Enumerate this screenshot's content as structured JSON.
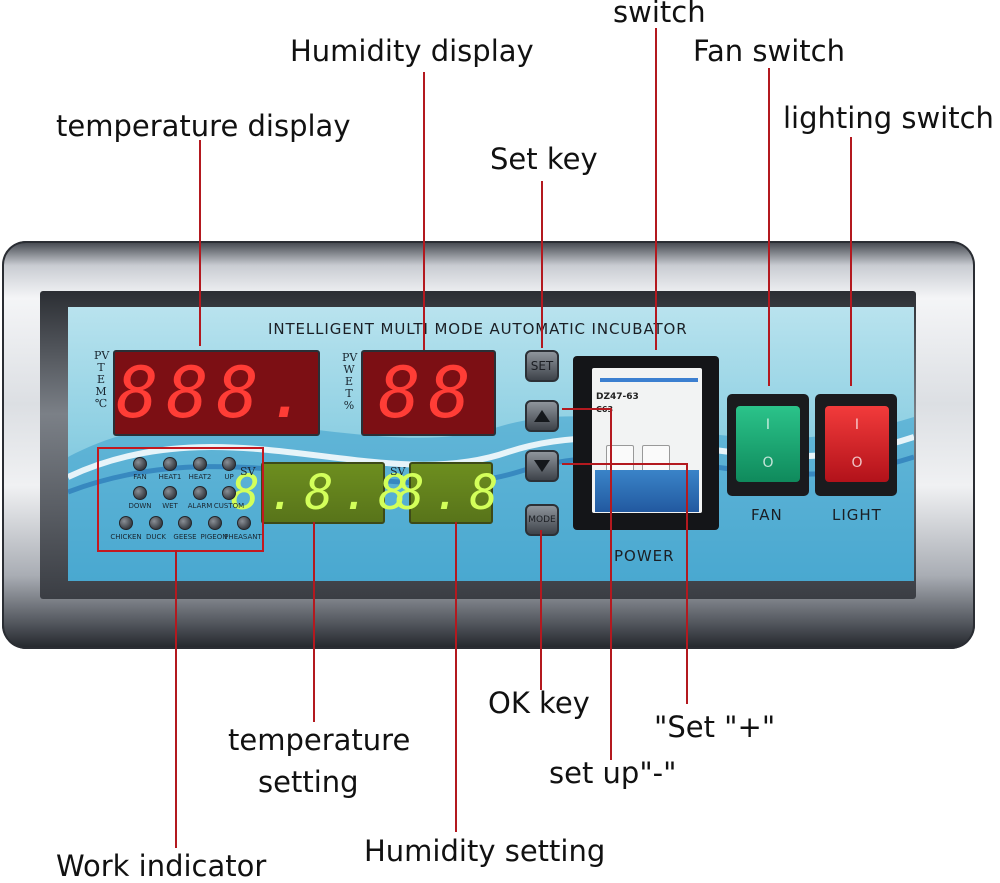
{
  "callouts": {
    "switch": "switch",
    "humidity_display": "Humidity display",
    "fan_switch": "Fan switch",
    "lighting_switch": "lighting switch",
    "temperature_display": "temperature display",
    "set_key": "Set key",
    "ok_key": "OK key",
    "set_plus": "\"Set \"+\"",
    "set_up_minus": "set up\"-\"",
    "temperature_setting_1": "temperature",
    "temperature_setting_2": "setting",
    "humidity_setting": "Humidity setting",
    "work_indicator": "Work indicator"
  },
  "panel": {
    "title": "INTELLIGENT MULTI MODE AUTOMATIC INCUBATOR",
    "temp_side": [
      "PV",
      "T",
      "E",
      "M",
      "℃"
    ],
    "wet_side": [
      "PV",
      "W",
      "E",
      "T",
      "%"
    ],
    "temp_display": "888.",
    "humidity_display": "88",
    "temp_setting": "8.8.8",
    "humidity_setting": "8.8",
    "sv_left": "SV",
    "sv_right": "SV",
    "indicators_row1": [
      "FAN",
      "HEAT1",
      "HEAT2",
      "UP"
    ],
    "indicators_row2": [
      "DOWN",
      "WET",
      "ALARM",
      "CUSTOM"
    ],
    "indicators_row3": [
      "CHICKEN",
      "DUCK",
      "GEESE",
      "PIGEON",
      "PHEASANT"
    ],
    "keys": {
      "set": "SET",
      "mode": "MODE"
    },
    "breaker": {
      "model": "DZ47-63",
      "rating": "C63",
      "power_label": "POWER"
    },
    "fan_label": "FAN",
    "light_label": "LIGHT",
    "rocker_on": "I",
    "rocker_off": "O"
  },
  "colors": {
    "callout_line": "#b3191f",
    "display_red": "#ff3d36",
    "display_yellow": "#d3ff5a",
    "fan_rocker": "#16a36f",
    "light_rocker": "#d51a22"
  }
}
